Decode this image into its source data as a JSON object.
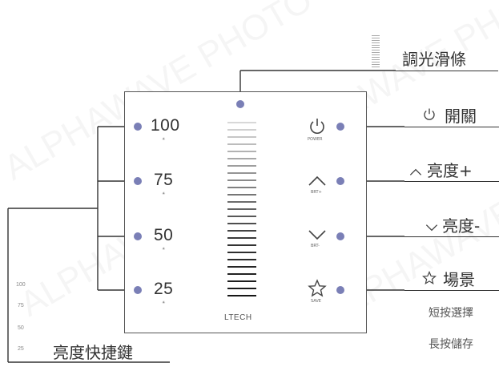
{
  "panel": {
    "brand": "LTECH",
    "quick_levels": [
      {
        "value": "100",
        "icon": "sun-small-icon"
      },
      {
        "value": "75",
        "icon": "sun-small-icon"
      },
      {
        "value": "50",
        "icon": "sun-small-icon"
      },
      {
        "value": "25",
        "icon": "sun-small-icon"
      }
    ],
    "buttons": [
      {
        "icon": "power-icon",
        "caption": "POWER"
      },
      {
        "icon": "chevron-up-icon",
        "caption": "BRT+"
      },
      {
        "icon": "chevron-down-icon",
        "caption": "BRT-"
      },
      {
        "icon": "star-icon",
        "caption": "SAVE"
      }
    ]
  },
  "callouts": {
    "slider": "調光滑條",
    "power": "開關",
    "brt_up": "亮度+",
    "brt_down": "亮度-",
    "scene": "場景",
    "short_press": "短按選擇",
    "long_press": "長按儲存",
    "quick_keys": "亮度快捷鍵"
  },
  "legend_small": [
    "100",
    "75",
    "50",
    "25"
  ],
  "watermark": "ALPHAWAVE PHOTO",
  "colors": {
    "dot": "#7a7fb6",
    "line": "#333333"
  }
}
